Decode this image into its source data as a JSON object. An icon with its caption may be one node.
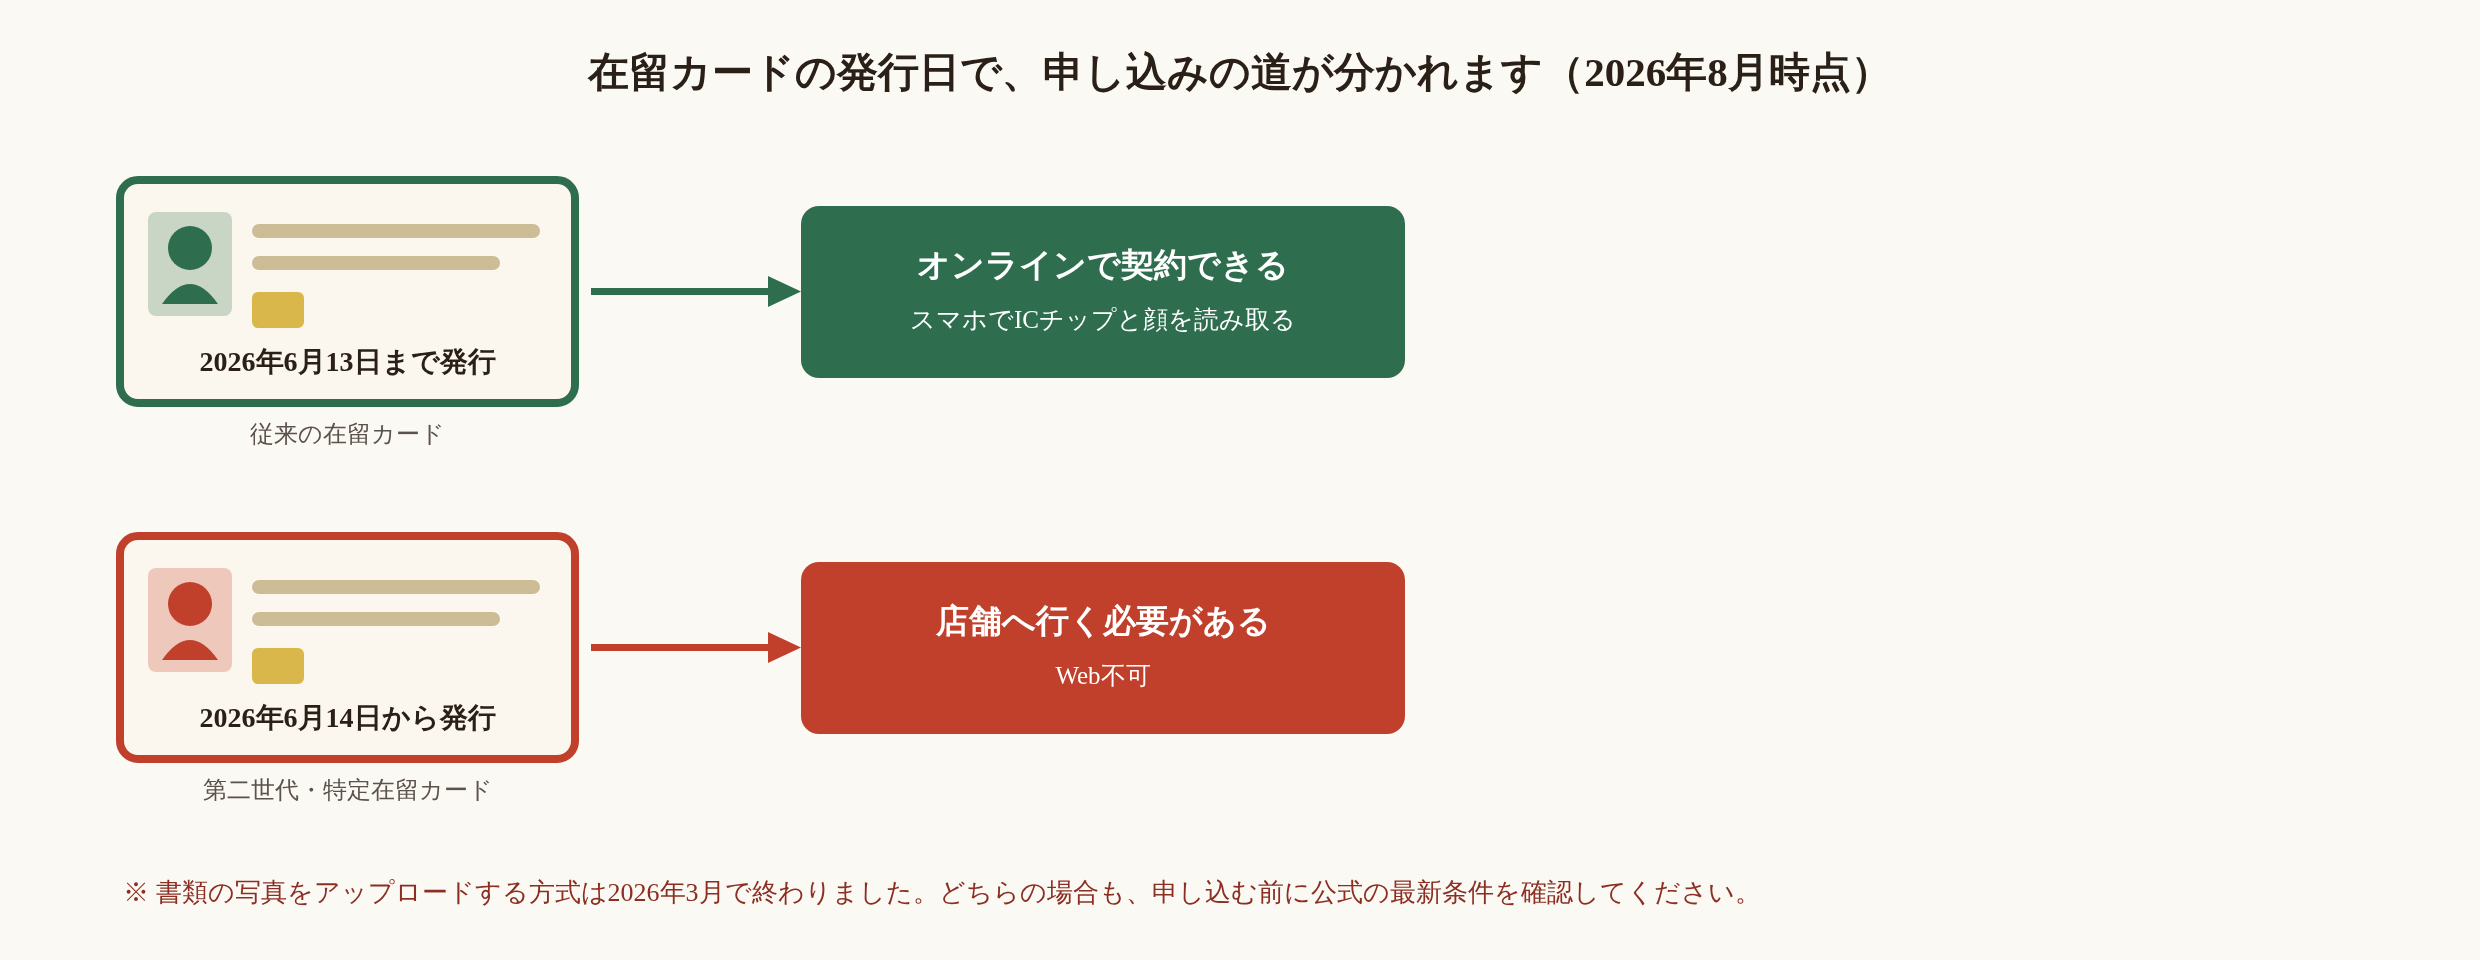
{
  "diagram": {
    "title": "在留カードの発行日で、申し込みの道が分かれます（2026年8月時点）",
    "nodes": [
      {
        "text": [
          "2026年6月13日まで発行"
        ],
        "beside": [
          "従来の在留カード"
        ]
      },
      {
        "text": [
          "オンラインで契約できる",
          "スマホでICチップと顔を読み取る"
        ]
      },
      {
        "text": [
          "2026年6月14日から発行"
        ],
        "beside": [
          "第二世代・特定在留カード"
        ]
      },
      {
        "text": [
          "店舗へ行く必要がある",
          "Web不可"
        ]
      }
    ],
    "edges": [
      {
        "from": 0,
        "to": 1,
        "arrow": "to",
        "color": "#2e6e4f"
      },
      {
        "from": 2,
        "to": 3,
        "arrow": "to",
        "color": "#c0402b"
      }
    ],
    "labels": [
      "※ 書類の写真をアップロードする方式は2026年3月で終わりました。どちらの場合も、申し込む前に公式の最新条件を確認してください。"
    ]
  }
}
